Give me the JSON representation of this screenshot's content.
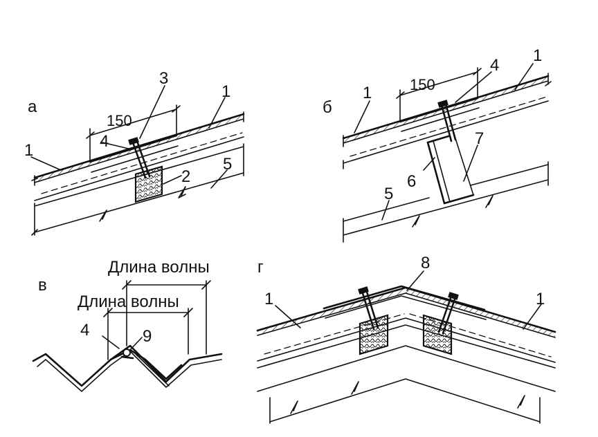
{
  "panels": {
    "a": {
      "letter": "а",
      "callouts": [
        "1",
        "1",
        "2",
        "3",
        "4",
        "5"
      ],
      "dimension": "150"
    },
    "b": {
      "letter": "б",
      "callouts": [
        "1",
        "1",
        "4",
        "5",
        "6",
        "7"
      ],
      "dimension": "150"
    },
    "v": {
      "letter": "в",
      "wave_length_upper": "Длина волны",
      "wave_length_lower": "Длина волны",
      "callouts": [
        "4",
        "9"
      ]
    },
    "g": {
      "letter": "г",
      "callouts": [
        "1",
        "1",
        "8"
      ]
    }
  }
}
